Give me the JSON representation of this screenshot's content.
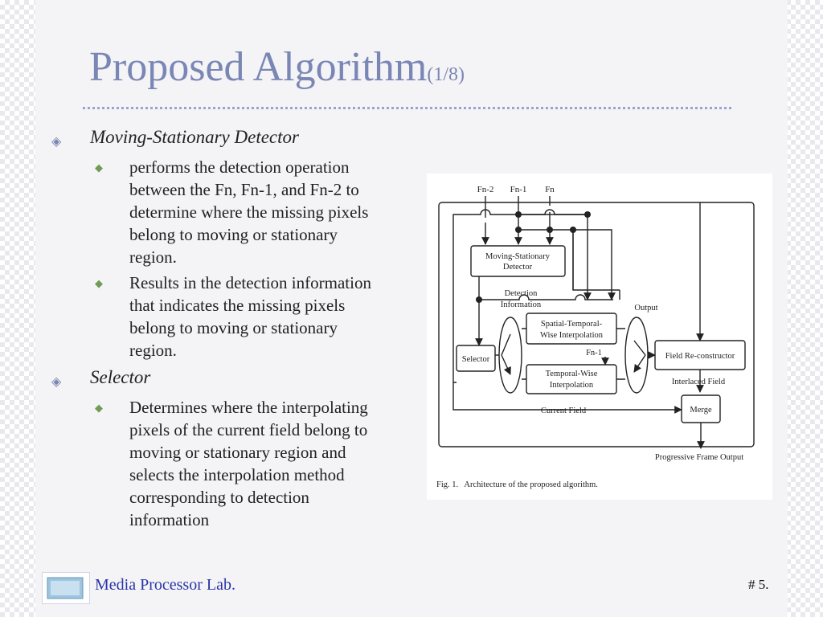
{
  "slide": {
    "title": "Proposed Algorithm",
    "title_suffix": "(1/8)",
    "sections": [
      {
        "heading": "Moving-Stationary Detector",
        "bullets": [
          [
            "performs the detection operation",
            "between the Fn, Fn-1, and Fn-2 to",
            "determine where the missing pixels",
            "belong to moving or stationary",
            "region."
          ],
          [
            "Results in the detection information",
            "that indicates the missing pixels",
            "belong to moving or stationary",
            "region."
          ]
        ]
      },
      {
        "heading": "Selector",
        "bullets": [
          [
            "Determines where the interpolating",
            "pixels of the current field belong to",
            "moving or stationary region and",
            "selects the interpolation method",
            "corresponding to detection",
            "information"
          ]
        ]
      }
    ],
    "bullet_symbols": {
      "level1": "◈",
      "level2": "◆"
    },
    "figure": {
      "inputs": [
        "Fn-2",
        "Fn-1",
        "Fn"
      ],
      "blocks": {
        "moving_stationary": [
          "Moving-Stationary",
          "Detector"
        ],
        "spatial_temporal": [
          "Spatial-Temporal-",
          "Wise  Interpolation"
        ],
        "temporal": [
          "Temporal-Wise",
          "Interpolation"
        ],
        "selector": "Selector",
        "field_reconstructor": "Field Re-constructor",
        "merge": "Merge"
      },
      "labels": {
        "detection_information": [
          "Detection",
          "Information"
        ],
        "output": "Output",
        "fn1": "Fn-1",
        "interlaced_field": "Interlaced Field",
        "current_field": "Current Field",
        "progressive_output": "Progressive Frame Output"
      },
      "caption": "Fig. 1.   Architecture of the proposed algorithm."
    }
  },
  "footer": {
    "lab_name": "Media Processor Lab.",
    "page": "# 5."
  },
  "colors": {
    "title": "#7a86b4",
    "footer_text": "#2a35a6",
    "level1_bullet": "#7b86b0",
    "level2_bullet": "#6f9c55"
  }
}
